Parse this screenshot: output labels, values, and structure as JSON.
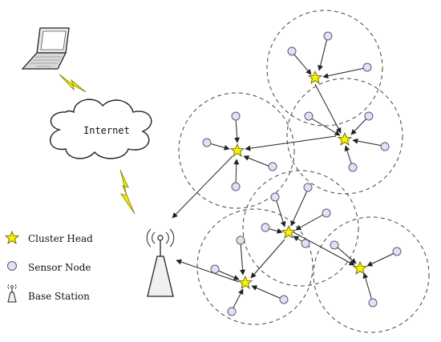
{
  "internet_label": "Internet",
  "legend": {
    "cluster_head": "Cluster Head",
    "sensor_node": "Sensor Node",
    "base_station": "Base Station"
  },
  "colors": {
    "star_fill": "#f7f200",
    "star_stroke": "#6a6400",
    "node_fill": "#dde3f5",
    "node_stroke": "#5a5a78",
    "lightning_fill": "#f4ee00",
    "cluster_boundary": "#444444"
  },
  "icons": [
    "laptop-icon",
    "cloud-icon",
    "lightning-icon",
    "cluster-head-icon",
    "sensor-node-icon",
    "base-station-icon"
  ]
}
